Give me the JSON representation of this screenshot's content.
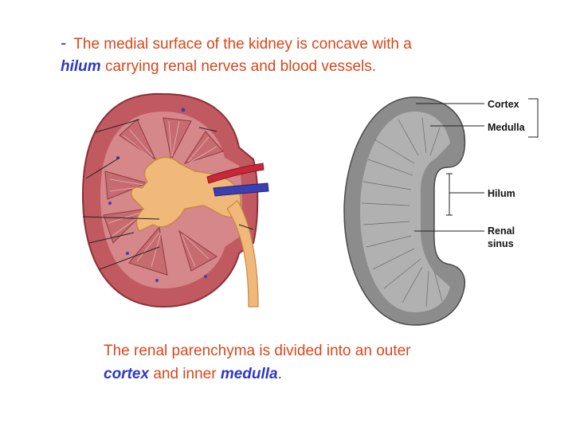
{
  "intro": {
    "dash": "-",
    "text_1": "The medial surface of the kidney is concave with a",
    "keyword_hilum": "hilum",
    "text_2": "carrying renal nerves and blood vessels."
  },
  "diagram_labels": {
    "cortex": "Cortex",
    "medulla": "Medulla",
    "hilum": "Hilum",
    "renal_line1": "Renal",
    "renal_line2": "sinus"
  },
  "caption": {
    "text_1": "The renal parenchyma is divided into an outer",
    "keyword_cortex": "cortex",
    "text_2": "and inner",
    "keyword_medulla": "medulla",
    "period": "."
  },
  "colors": {
    "text_orange": "#d9461a",
    "keyword_blue": "#2f38c4",
    "kidney_red": "#b9545a",
    "pelvis_orange": "#f0b97a",
    "section_gray": "#8c8c8c"
  }
}
